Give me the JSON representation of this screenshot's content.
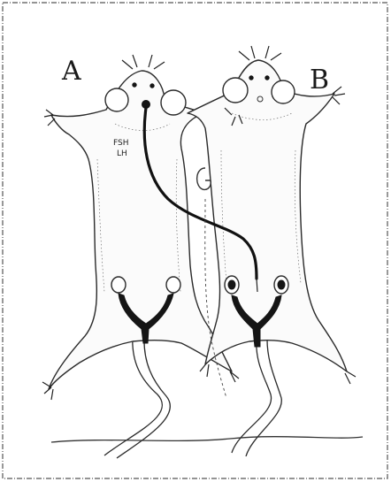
{
  "labels": {
    "rat_a": "A",
    "rat_b": "B",
    "annotation_line1": "FSH",
    "annotation_line2": "LH"
  }
}
